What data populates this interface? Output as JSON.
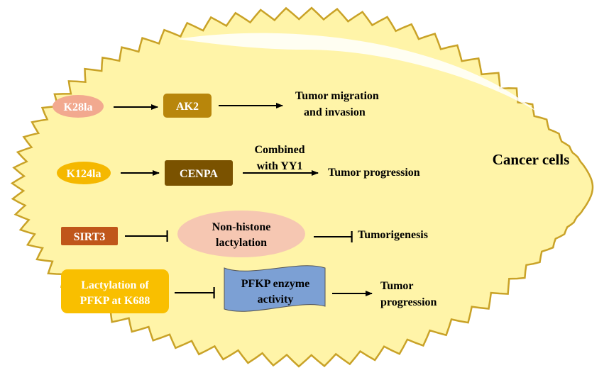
{
  "cell": {
    "label": "Cancer cells",
    "fill": "#FFF4A8",
    "stroke": "#C9A227"
  },
  "pathways": [
    {
      "source": {
        "text": "K28la",
        "color": "#F2A98F"
      },
      "target": {
        "text": "AK2",
        "color": "#B8860B"
      },
      "outcome_lines": [
        "Tumor migration",
        "and invasion"
      ]
    },
    {
      "source": {
        "text": "K124la",
        "color": "#F5B800"
      },
      "target": {
        "text": "CENPA",
        "color": "#7A5200"
      },
      "arrow_label_lines": [
        "Combined",
        "with YY1"
      ],
      "outcome_lines": [
        "Tumor progression"
      ]
    },
    {
      "source": {
        "text": "SIRT3",
        "color": "#C0561A"
      },
      "target": {
        "lines": [
          "Non-histone",
          "lactylation"
        ],
        "color": "#F6C7B2"
      },
      "outcome_lines": [
        "Tumorigenesis"
      ]
    },
    {
      "source": {
        "lines": [
          "Lactylation of",
          "PFKP at K688"
        ],
        "color": "#F9BF00"
      },
      "target": {
        "lines": [
          "PFKP enzyme",
          "activity"
        ],
        "color": "#7CA0D4"
      },
      "outcome_lines": [
        "Tumor",
        "progression"
      ]
    }
  ]
}
